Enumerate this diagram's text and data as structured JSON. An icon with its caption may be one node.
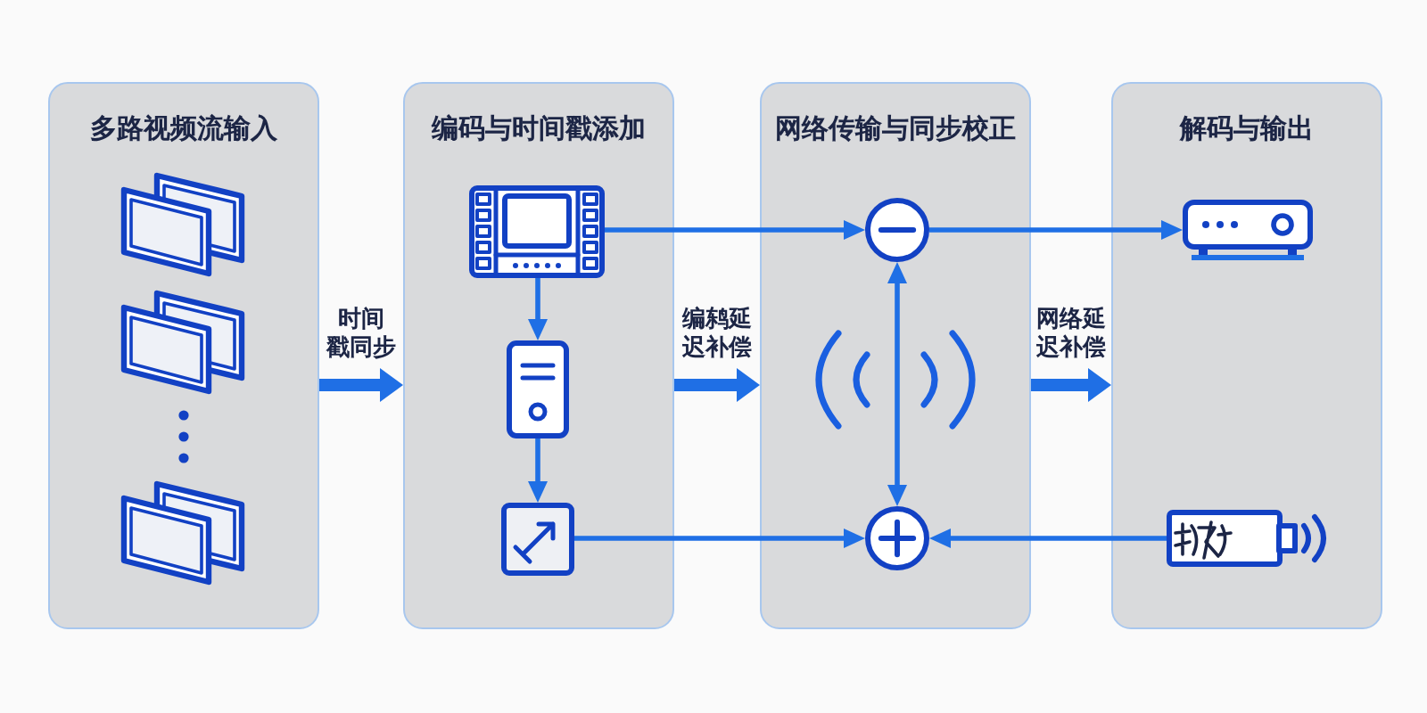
{
  "diagram": {
    "nodes": [
      {
        "text": [
          "多路视频流输入"
        ]
      },
      {
        "text": [
          "编码与时间戳添加"
        ]
      },
      {
        "text": [
          "网络传输与同步校正"
        ]
      },
      {
        "text": [
          "解码与输出"
        ]
      },
      {
        "text": [],
        "shape": "picture",
        "in": 1
      },
      {
        "text": [],
        "shape": "picture",
        "in": 1
      },
      {
        "text": [],
        "shape": "picture",
        "in": 1
      },
      {
        "text": [],
        "shape": "circle",
        "in": 2
      },
      {
        "text": [],
        "shape": "circle",
        "in": 2
      },
      {
        "text": [],
        "shape": "picture",
        "in": 3
      },
      {
        "text": [],
        "shape": "picture",
        "in": 3
      }
    ],
    "edges": [
      {
        "from": 0,
        "to": 1,
        "arrow": "to",
        "label": "时间戳同步",
        "style": "thick"
      },
      {
        "from": 1,
        "to": 2,
        "arrow": "to",
        "label": "编鸫延迟补偿",
        "style": "thick"
      },
      {
        "from": 2,
        "to": 3,
        "arrow": "to",
        "label": "网络延迟补偿",
        "style": "thick"
      },
      {
        "from": 4,
        "to": 5,
        "arrow": "to"
      },
      {
        "from": 5,
        "to": 6,
        "arrow": "to"
      },
      {
        "from": 4,
        "to": 7,
        "arrow": "to"
      },
      {
        "from": 6,
        "to": 8,
        "arrow": "to"
      },
      {
        "from": 7,
        "to": 9,
        "arrow": "to"
      },
      {
        "from": 7,
        "to": 8,
        "arrow": "both"
      },
      {
        "from": 10,
        "to": 8,
        "arrow": "to"
      }
    ]
  }
}
